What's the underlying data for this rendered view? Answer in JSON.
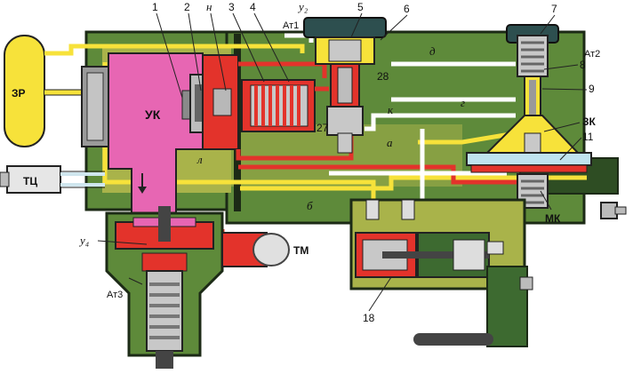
{
  "colors": {
    "body_green": "#5e8a3a",
    "body_green_dark": "#2e4d23",
    "body_olive": "#a9b34a",
    "pink": "#e766b3",
    "red": "#e3332b",
    "yellow": "#f7e23a",
    "cyan": "#bfe3ef",
    "gray": "#c8c8c8",
    "dark": "#222222"
  },
  "labels": {
    "reservoir": "ЗР",
    "brake_cylinder": "ТЦ",
    "control_chamber": "УК",
    "brake_line": "ТМ",
    "main_chamber": "МК",
    "brake_chamber": "ЗК",
    "atm1": "Ат1",
    "atm2": "Ат2",
    "atm3": "Ат3",
    "y2": "у₂",
    "y4": "у₄",
    "ch_n": "н",
    "ch_d": "д",
    "ch_g": "г",
    "ch_k": "к",
    "ch_a": "а",
    "ch_l": "л",
    "ch_b": "б"
  },
  "numbers": {
    "n1": "1",
    "n2": "2",
    "n3": "3",
    "n4": "4",
    "n5": "5",
    "n6": "6",
    "n7": "7",
    "n8": "8",
    "n9": "9",
    "n11": "11",
    "n18": "18",
    "n27": "27",
    "n28": "28"
  }
}
